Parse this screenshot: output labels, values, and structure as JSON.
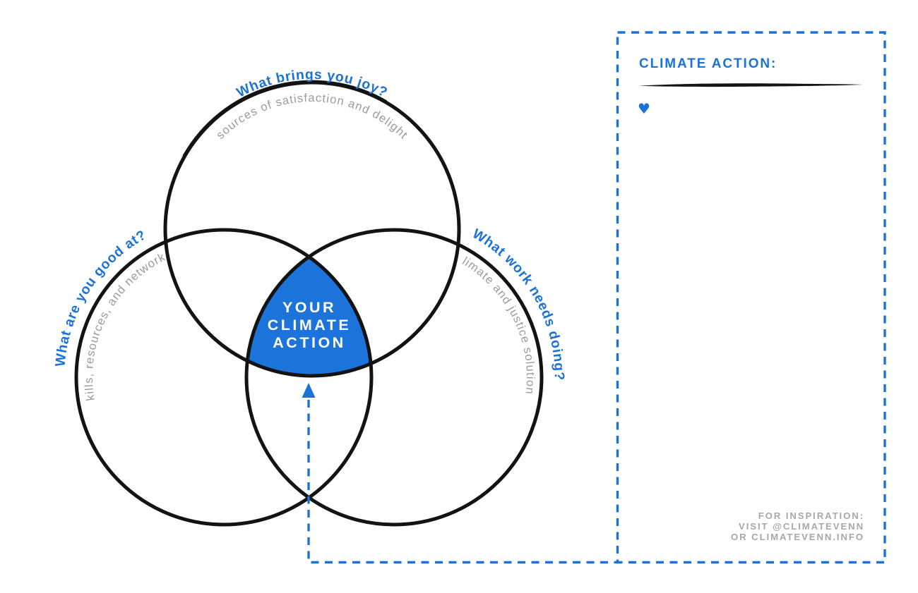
{
  "colors": {
    "accent_blue": "#1B72D8",
    "fill_blue": "#1C74DA",
    "ink_black": "#131313",
    "subtitle_gray": "#9B9B9B",
    "footer_gray": "#A8A8A8",
    "center_text_white": "#FFFFFF"
  },
  "venn": {
    "circles": [
      {
        "name": "joy",
        "question": "What brings you joy?",
        "subtitle": "sources of satisfaction and delight"
      },
      {
        "name": "good-at",
        "question": "What are you good at?",
        "subtitle": "skills, resources, and networks"
      },
      {
        "name": "work",
        "question": "What work needs doing?",
        "subtitle": "climate and justice solutions"
      }
    ],
    "center": {
      "line1": "YOUR",
      "line2": "CLIMATE",
      "line3": "ACTION"
    }
  },
  "panel": {
    "title": "CLIMATE ACTION:",
    "heart_icon": "♥",
    "footer": {
      "line1": "FOR INSPIRATION:",
      "line2": "VISIT @CLIMATEVENN",
      "line3": "OR CLIMATEVENN.INFO"
    }
  }
}
